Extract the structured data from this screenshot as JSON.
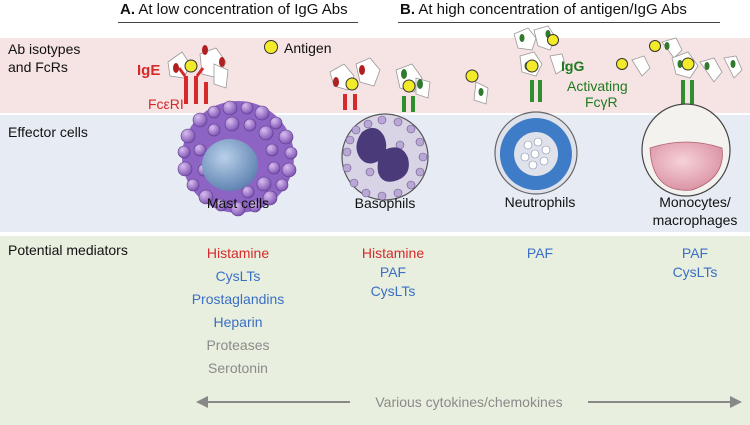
{
  "sections": {
    "a_label": "A.",
    "a_title": "At low concentration of IgG Abs",
    "b_label": "B.",
    "b_title": "At high concentration of antigen/IgG Abs"
  },
  "rows": {
    "ab_isotypes_line1": "Ab isotypes",
    "ab_isotypes_line2": "and FcRs",
    "effector_cells": "Effector cells",
    "potential_mediators": "Potential mediators"
  },
  "legend": {
    "antigen": "Antigen"
  },
  "receptor_labels": {
    "ige": "IgE",
    "fceri": "FcεRI",
    "igg": "IgG",
    "activating_line1": "Activating",
    "activating_line2": "FcγR"
  },
  "cells": {
    "mast": "Mast cells",
    "basophils": "Basophils",
    "neutrophils": "Neutrophils",
    "mono_line1": "Monocytes/",
    "mono_line2": "macrophages"
  },
  "mediators": {
    "mast": [
      "Histamine",
      "CysLTs",
      "Prostaglandins",
      "Heparin",
      "Proteases",
      "Serotonin"
    ],
    "basophils": [
      "Histamine",
      "PAF",
      "CysLTs"
    ],
    "neutrophils": [
      "PAF"
    ],
    "mono": [
      "PAF",
      "CysLTs"
    ]
  },
  "cytokines": "Various cytokines/chemokines",
  "colors": {
    "red": "#d62a2a",
    "blue": "#3a6fc4",
    "gray": "#8a8a8a",
    "green": "#1f7a1f",
    "antigen_yellow": "#f3ea2a"
  }
}
